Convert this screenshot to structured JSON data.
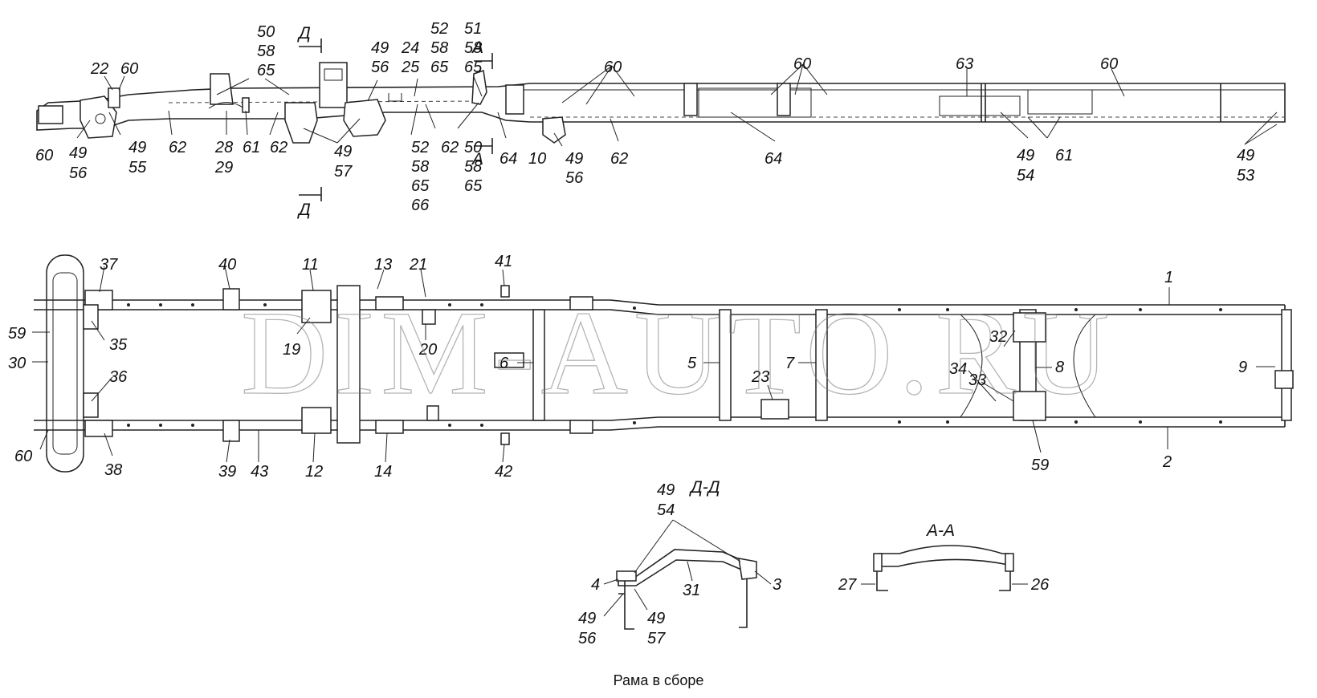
{
  "caption": "Рама в сборе",
  "watermark": "DIM-AUTO.RU",
  "sections": {
    "dd": "Д-Д",
    "aa": "А-А",
    "d_top": "Д",
    "d_bottom": "Д",
    "a_top": "А",
    "a_bottom": "А"
  },
  "callouts_top": [
    "22",
    "60",
    "60",
    "49",
    "56",
    "49",
    "55",
    "62",
    "28",
    "29",
    "61",
    "62",
    "50",
    "58",
    "65",
    "49",
    "57",
    "49",
    "56",
    "24",
    "25",
    "52",
    "58",
    "65",
    "52",
    "58",
    "65",
    "66",
    "62",
    "51",
    "58",
    "65",
    "50",
    "58",
    "65",
    "64",
    "10",
    "49",
    "56",
    "62",
    "60",
    "64",
    "60",
    "63",
    "49",
    "54",
    "61",
    "60",
    "49",
    "53"
  ],
  "callouts_plan": [
    "37",
    "59",
    "35",
    "30",
    "36",
    "60",
    "38",
    "40",
    "39",
    "43",
    "11",
    "19",
    "12",
    "13",
    "14",
    "21",
    "20",
    "41",
    "42",
    "6",
    "5",
    "23",
    "7",
    "34",
    "33",
    "32",
    "8",
    "59",
    "1",
    "2",
    "9"
  ],
  "callouts_dd": [
    "49",
    "54",
    "4",
    "31",
    "3",
    "49",
    "56",
    "49",
    "57"
  ],
  "callouts_aa": [
    "27",
    "26"
  ]
}
